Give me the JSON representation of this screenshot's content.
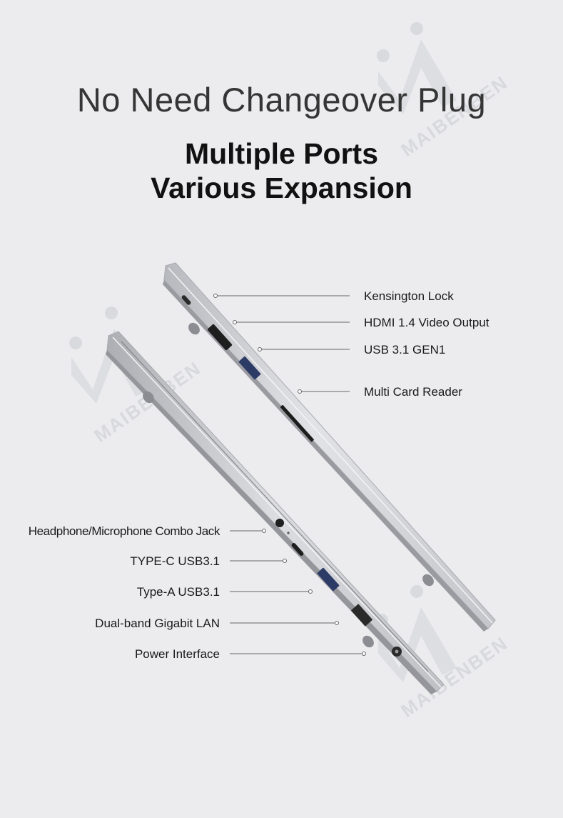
{
  "colors": {
    "background": "#ececef",
    "laptop_body": "#c9cacf",
    "callout_line": "#666666"
  },
  "headline": "No Need Changeover Plug",
  "subheadline_line1": "Multiple Ports",
  "subheadline_line2": "Various Expansion",
  "watermark": {
    "brand": "MAIBENBEN",
    "icon": "mb-logo-icon"
  },
  "ports_right": [
    {
      "id": "kensington",
      "label": "Kensington Lock"
    },
    {
      "id": "hdmi",
      "label": "HDMI 1.4 Video Output"
    },
    {
      "id": "usb31",
      "label": "USB 3.1 GEN1"
    },
    {
      "id": "cardreader",
      "label": "Multi Card Reader"
    }
  ],
  "ports_left": [
    {
      "id": "audio",
      "label": "Headphone/Microphone Combo Jack"
    },
    {
      "id": "typec",
      "label": "TYPE-C USB3.1"
    },
    {
      "id": "typea",
      "label": "Type-A USB3.1"
    },
    {
      "id": "lan",
      "label": "Dual-band Gigabit LAN"
    },
    {
      "id": "power",
      "label": "Power Interface"
    }
  ]
}
